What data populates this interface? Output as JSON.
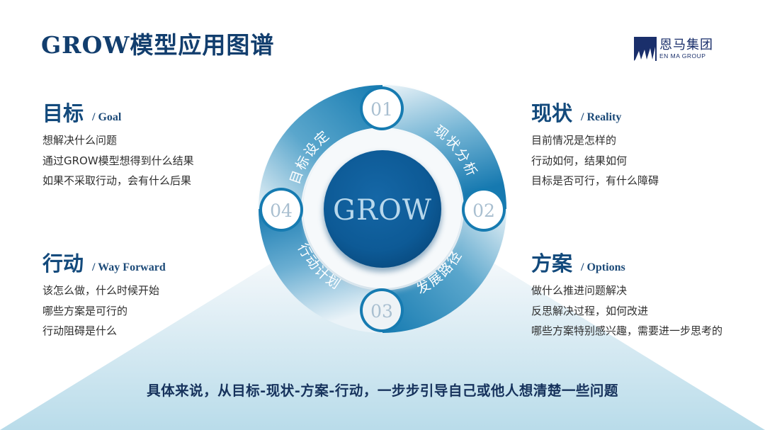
{
  "header": {
    "title": "GROW模型应用图谱",
    "logo": {
      "cn": "恩马集团",
      "en": "EN MA GROUP",
      "color": "#1a2f6b"
    }
  },
  "sections": {
    "goal": {
      "title": "目标",
      "subtitle": "/ Goal",
      "lines": [
        "想解决什么问题",
        "通过GROW模型想得到什么结果",
        "如果不采取行动，会有什么后果"
      ]
    },
    "reality": {
      "title": "现状",
      "subtitle": "/ Reality",
      "lines": [
        "目前情况是怎样的",
        "行动如何，结果如何",
        "目标是否可行，有什么障碍"
      ]
    },
    "way_forward": {
      "title": "行动",
      "subtitle": "/ Way Forward",
      "lines": [
        "该怎么做，什么时候开始",
        "哪些方案是可行的",
        "行动阻碍是什么"
      ]
    },
    "options": {
      "title": "方案",
      "subtitle": "/ Options",
      "lines": [
        "做什么推进问题解决",
        "反思解决过程，如何改进",
        "哪些方案特别感兴趣，需要进一步思考的"
      ]
    }
  },
  "diagram": {
    "center_label": "GROW",
    "steps": [
      {
        "number": "01",
        "label": "目标设定"
      },
      {
        "number": "02",
        "label": "现状分析"
      },
      {
        "number": "03",
        "label": "发展路径"
      },
      {
        "number": "04",
        "label": "行动计划"
      }
    ],
    "colors": {
      "disc": "#0d5a96",
      "ring_dark": "#1a7fb3",
      "ring_light": "#dcecf4",
      "number_text": "#a9bfd0"
    }
  },
  "footer": {
    "summary": "具体来说，从目标-现状-方案-行动，一步步引导自己或他人想清楚一些问题"
  }
}
